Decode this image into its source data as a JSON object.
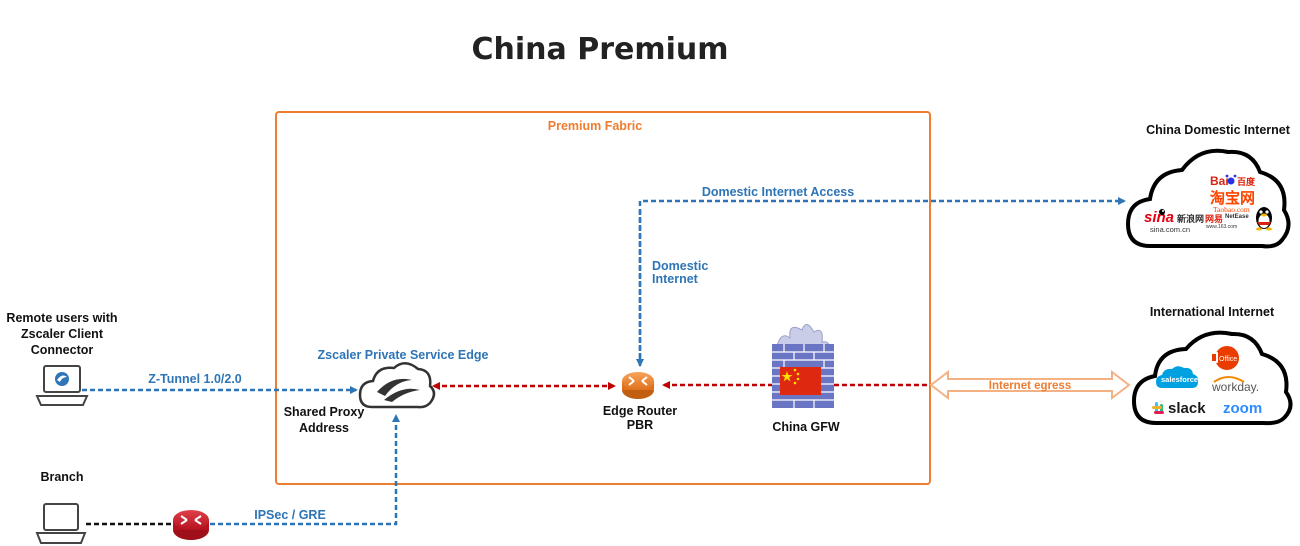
{
  "title": "China Premium",
  "fabric_label": "Premium Fabric",
  "remote_users": {
    "line1": "Remote users with",
    "line2": "Zscaler Client",
    "line3": "Connector"
  },
  "branch_label": "Branch",
  "ztunnel_label": "Z-Tunnel 1.0/2.0",
  "ipsec_label": "IPSec / GRE",
  "pse": {
    "title": "Zscaler Private Service Edge",
    "sub1": "Shared Proxy",
    "sub2": "Address"
  },
  "edge_router": {
    "line1": "Edge Router",
    "line2": "PBR"
  },
  "gfw_label": "China GFW",
  "domestic_access_label": "Domestic Internet Access",
  "domestic_internet": {
    "line1": "Domestic",
    "line2": "Internet"
  },
  "internet_egress_label": "Internet egress",
  "china_internet": {
    "title": "China Domestic Internet",
    "brands": {
      "baidu": "Bai",
      "baidu_cn": "百度",
      "taobao": "淘宝网",
      "taobao_url": "Taobao.com",
      "sina": "sina",
      "sina_cn": "新浪网",
      "sina_url": "sina.com.cn",
      "netease": "NetEase",
      "netease_cn": "网易",
      "netease_url": "www.163.com"
    }
  },
  "intl_internet": {
    "title": "International Internet",
    "brands": {
      "office": "Office 365",
      "salesforce": "salesforce",
      "workday": "workday.",
      "slack": "slack",
      "zoom": "zoom"
    }
  },
  "colors": {
    "blue": "#2e75b6",
    "red": "#c00000",
    "orange": "#ed7d31",
    "black": "#111111"
  }
}
